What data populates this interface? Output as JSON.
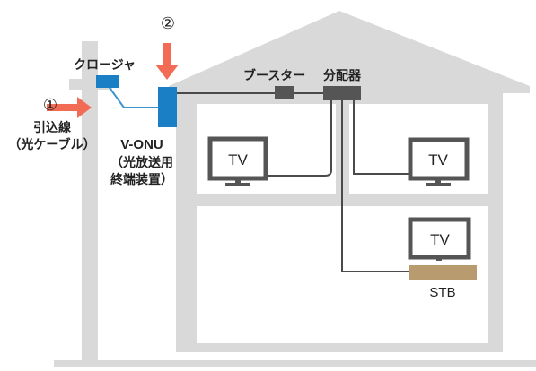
{
  "labels": {
    "closure": "クロージャ",
    "booster": "ブースター",
    "splitter": "分配器",
    "drop_cable_line1": "引込線",
    "drop_cable_line2": "（光ケーブル）",
    "vonu_title": "V-ONU",
    "vonu_line2": "（光放送用",
    "vonu_line3": "終端装置）",
    "tv": "TV",
    "stb": "STB"
  },
  "markers": {
    "marker_1": "①",
    "marker_2": "②"
  },
  "colors": {
    "house_fill": "#d9d9d9",
    "room_fill": "#ffffff",
    "device_blue": "#1a7fc4",
    "fiber_blue": "#3a95cf",
    "arrow_red": "#f26b55",
    "cable_dark": "#4a4a4a",
    "device_dark": "#555555",
    "stb_brown": "#b89b6e",
    "text_dark": "#222222"
  },
  "icons": [
    "arrow-right-icon",
    "arrow-down-icon",
    "tv-icon"
  ]
}
